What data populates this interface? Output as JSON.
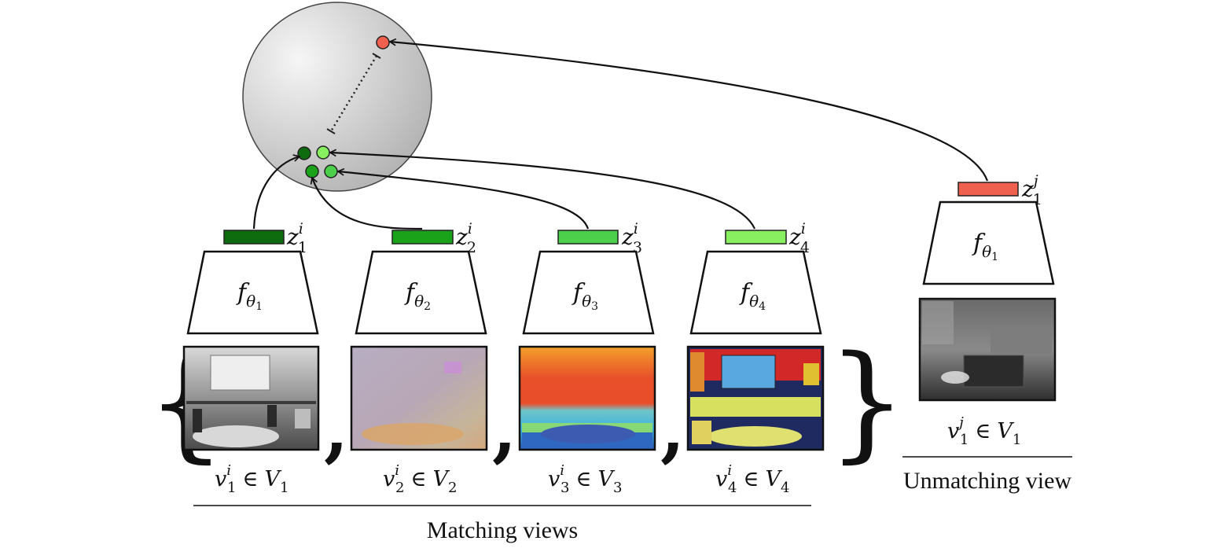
{
  "encoders": [
    {
      "label": "fθ1",
      "func": "f",
      "sub": "θ",
      "subidx": "1",
      "z_base": "z",
      "z_sub": "1",
      "z_sup": "i",
      "z_color": "#0e6b0e"
    },
    {
      "label": "fθ2",
      "func": "f",
      "sub": "θ",
      "subidx": "2",
      "z_base": "z",
      "z_sub": "2",
      "z_sup": "i",
      "z_color": "#1aa31a"
    },
    {
      "label": "fθ3",
      "func": "f",
      "sub": "θ",
      "subidx": "3",
      "z_base": "z",
      "z_sub": "3",
      "z_sup": "i",
      "z_color": "#4cd04c"
    },
    {
      "label": "fθ4",
      "func": "f",
      "sub": "θ",
      "subidx": "4",
      "z_base": "z",
      "z_sub": "4",
      "z_sup": "i",
      "z_color": "#88f060"
    }
  ],
  "views": [
    {
      "v": "v",
      "v_sub": "1",
      "v_sup": "i",
      "set": "V",
      "set_sub": "1"
    },
    {
      "v": "v",
      "v_sub": "2",
      "v_sup": "i",
      "set": "V",
      "set_sub": "2"
    },
    {
      "v": "v",
      "v_sub": "3",
      "v_sup": "i",
      "set": "V",
      "set_sub": "3"
    },
    {
      "v": "v",
      "v_sub": "4",
      "v_sup": "i",
      "set": "V",
      "set_sub": "4"
    }
  ],
  "unmatched": {
    "func": "f",
    "sub": "θ",
    "subidx": "1",
    "z_base": "z",
    "z_sub": "1",
    "z_sup": "j",
    "z_color": "#f0604e",
    "v": "v",
    "v_sub": "1",
    "v_sup": "j",
    "set": "V",
    "set_sub": "1"
  },
  "element_of": "∈",
  "captions": {
    "matching": "Matching views",
    "unmatching": "Unmatching view"
  },
  "colors": {
    "sphere_light": "#f4f4f4",
    "sphere_dark": "#b4b4b4",
    "embed_dark_green": "#0e6b0e",
    "embed_green": "#1aa31a",
    "embed_mid_green": "#4cd04c",
    "embed_light_green": "#88f060",
    "embed_red": "#f0604e"
  }
}
